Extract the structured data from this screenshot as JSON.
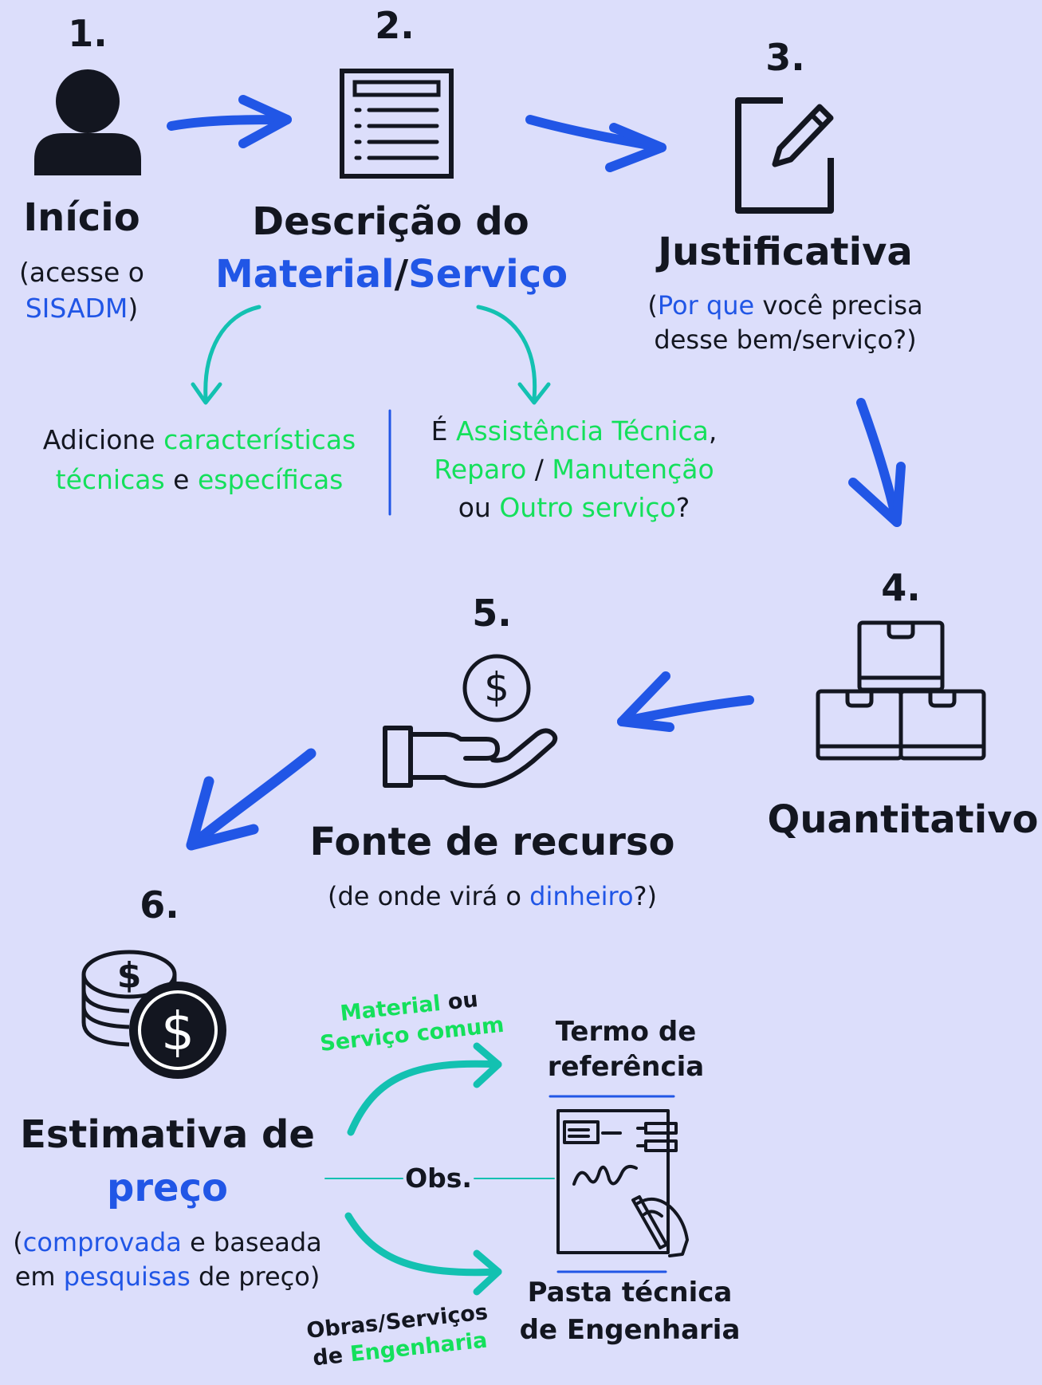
{
  "colors": {
    "background": "#dcdefb",
    "text": "#131620",
    "blue_accent": "#2156e6",
    "green_accent": "#14e05b",
    "teal_arrow": "#13c1b1"
  },
  "steps": {
    "s1": {
      "num": "1.",
      "title": "Início",
      "sub_a": "(acesse o",
      "sub_b1": "SISADM",
      "sub_b2": ")",
      "icon": "user-icon"
    },
    "s2": {
      "num": "2.",
      "title_a": "Descrição do",
      "title_b1": "Material",
      "title_b2": "/",
      "title_b3": "Serviço",
      "icon": "document-list-icon"
    },
    "s2_left": {
      "a": "Adicione ",
      "b": "características",
      "c": "técnicas",
      "d": " e ",
      "e": "específicas"
    },
    "s2_right": {
      "a": "É ",
      "b": "Assistência Técnica",
      "c": ",",
      "d": "Reparo",
      "e": " / ",
      "f": "Manutenção",
      "g": "ou ",
      "h": "Outro serviço",
      "i": "?"
    },
    "s3": {
      "num": "3.",
      "title": "Justificativa",
      "sub_a1": "(",
      "sub_a2": "Por que",
      "sub_a3": " você precisa",
      "sub_b": "desse bem/serviço?)",
      "icon": "edit-note-icon"
    },
    "s4": {
      "num": "4.",
      "title": "Quantitativo",
      "icon": "boxes-icon"
    },
    "s5": {
      "num": "5.",
      "title": "Fonte de recurso",
      "sub_a": "(de onde virá o ",
      "sub_b": "dinheiro",
      "sub_c": "?)",
      "icon": "hand-money-icon"
    },
    "s6": {
      "num": "6.",
      "title_a": "Estimativa de",
      "title_b": "preço",
      "sub_a1": "(",
      "sub_a2": "comprovada",
      "sub_a3": " e baseada",
      "sub_b1": "em ",
      "sub_b2": "pesquisas",
      "sub_b3": " de preço)",
      "icon": "coins-icon"
    }
  },
  "branches": {
    "obs": "Obs.",
    "upper_label_a": "Material",
    "upper_label_b": " ou",
    "upper_label_c": "Serviço comum",
    "upper_target_a": "Termo de",
    "upper_target_b": "referência",
    "lower_label_a": "Obras/Serviços",
    "lower_label_b": "de ",
    "lower_label_c": "Engenharia",
    "lower_target_a": "Pasta técnica",
    "lower_target_b": "de Engenharia",
    "icon": "signing-contract-icon"
  }
}
